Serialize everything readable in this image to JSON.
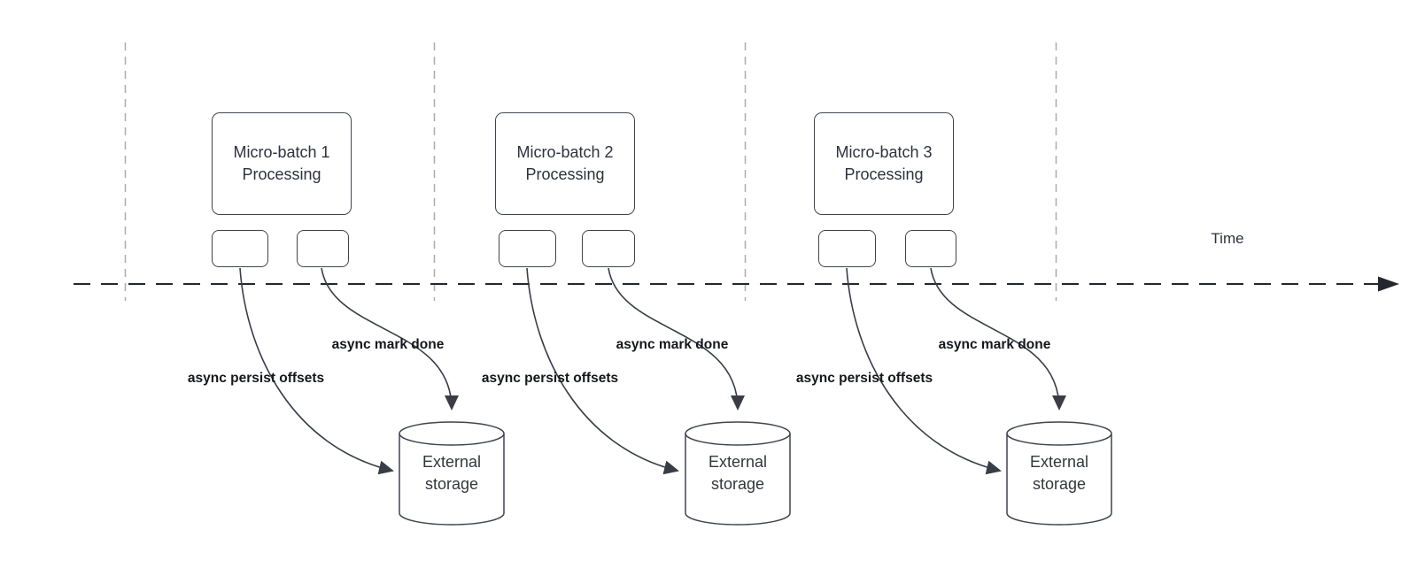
{
  "diagram": {
    "time_axis_label": "Time",
    "columns": [
      {
        "process_title": "Micro-batch 1",
        "process_subtitle": "Processing",
        "persist_label": "async persist offsets",
        "mark_done_label": "async mark done",
        "storage_label": "External storage"
      },
      {
        "process_title": "Micro-batch 2",
        "process_subtitle": "Processing",
        "persist_label": "async persist offsets",
        "mark_done_label": "async mark done",
        "storage_label": "External storage"
      },
      {
        "process_title": "Micro-batch 3",
        "process_subtitle": "Processing",
        "persist_label": "async persist offsets",
        "mark_done_label": "async mark done",
        "storage_label": "External storage"
      }
    ],
    "colors": {
      "background": "#ffffff",
      "shape_border": "#3f444d",
      "arrow_line": "#383d46",
      "timeline_line": "#24282e",
      "guide_line": "#a9abae",
      "title_text": "#2e323b",
      "label_text": "#15171c"
    }
  }
}
